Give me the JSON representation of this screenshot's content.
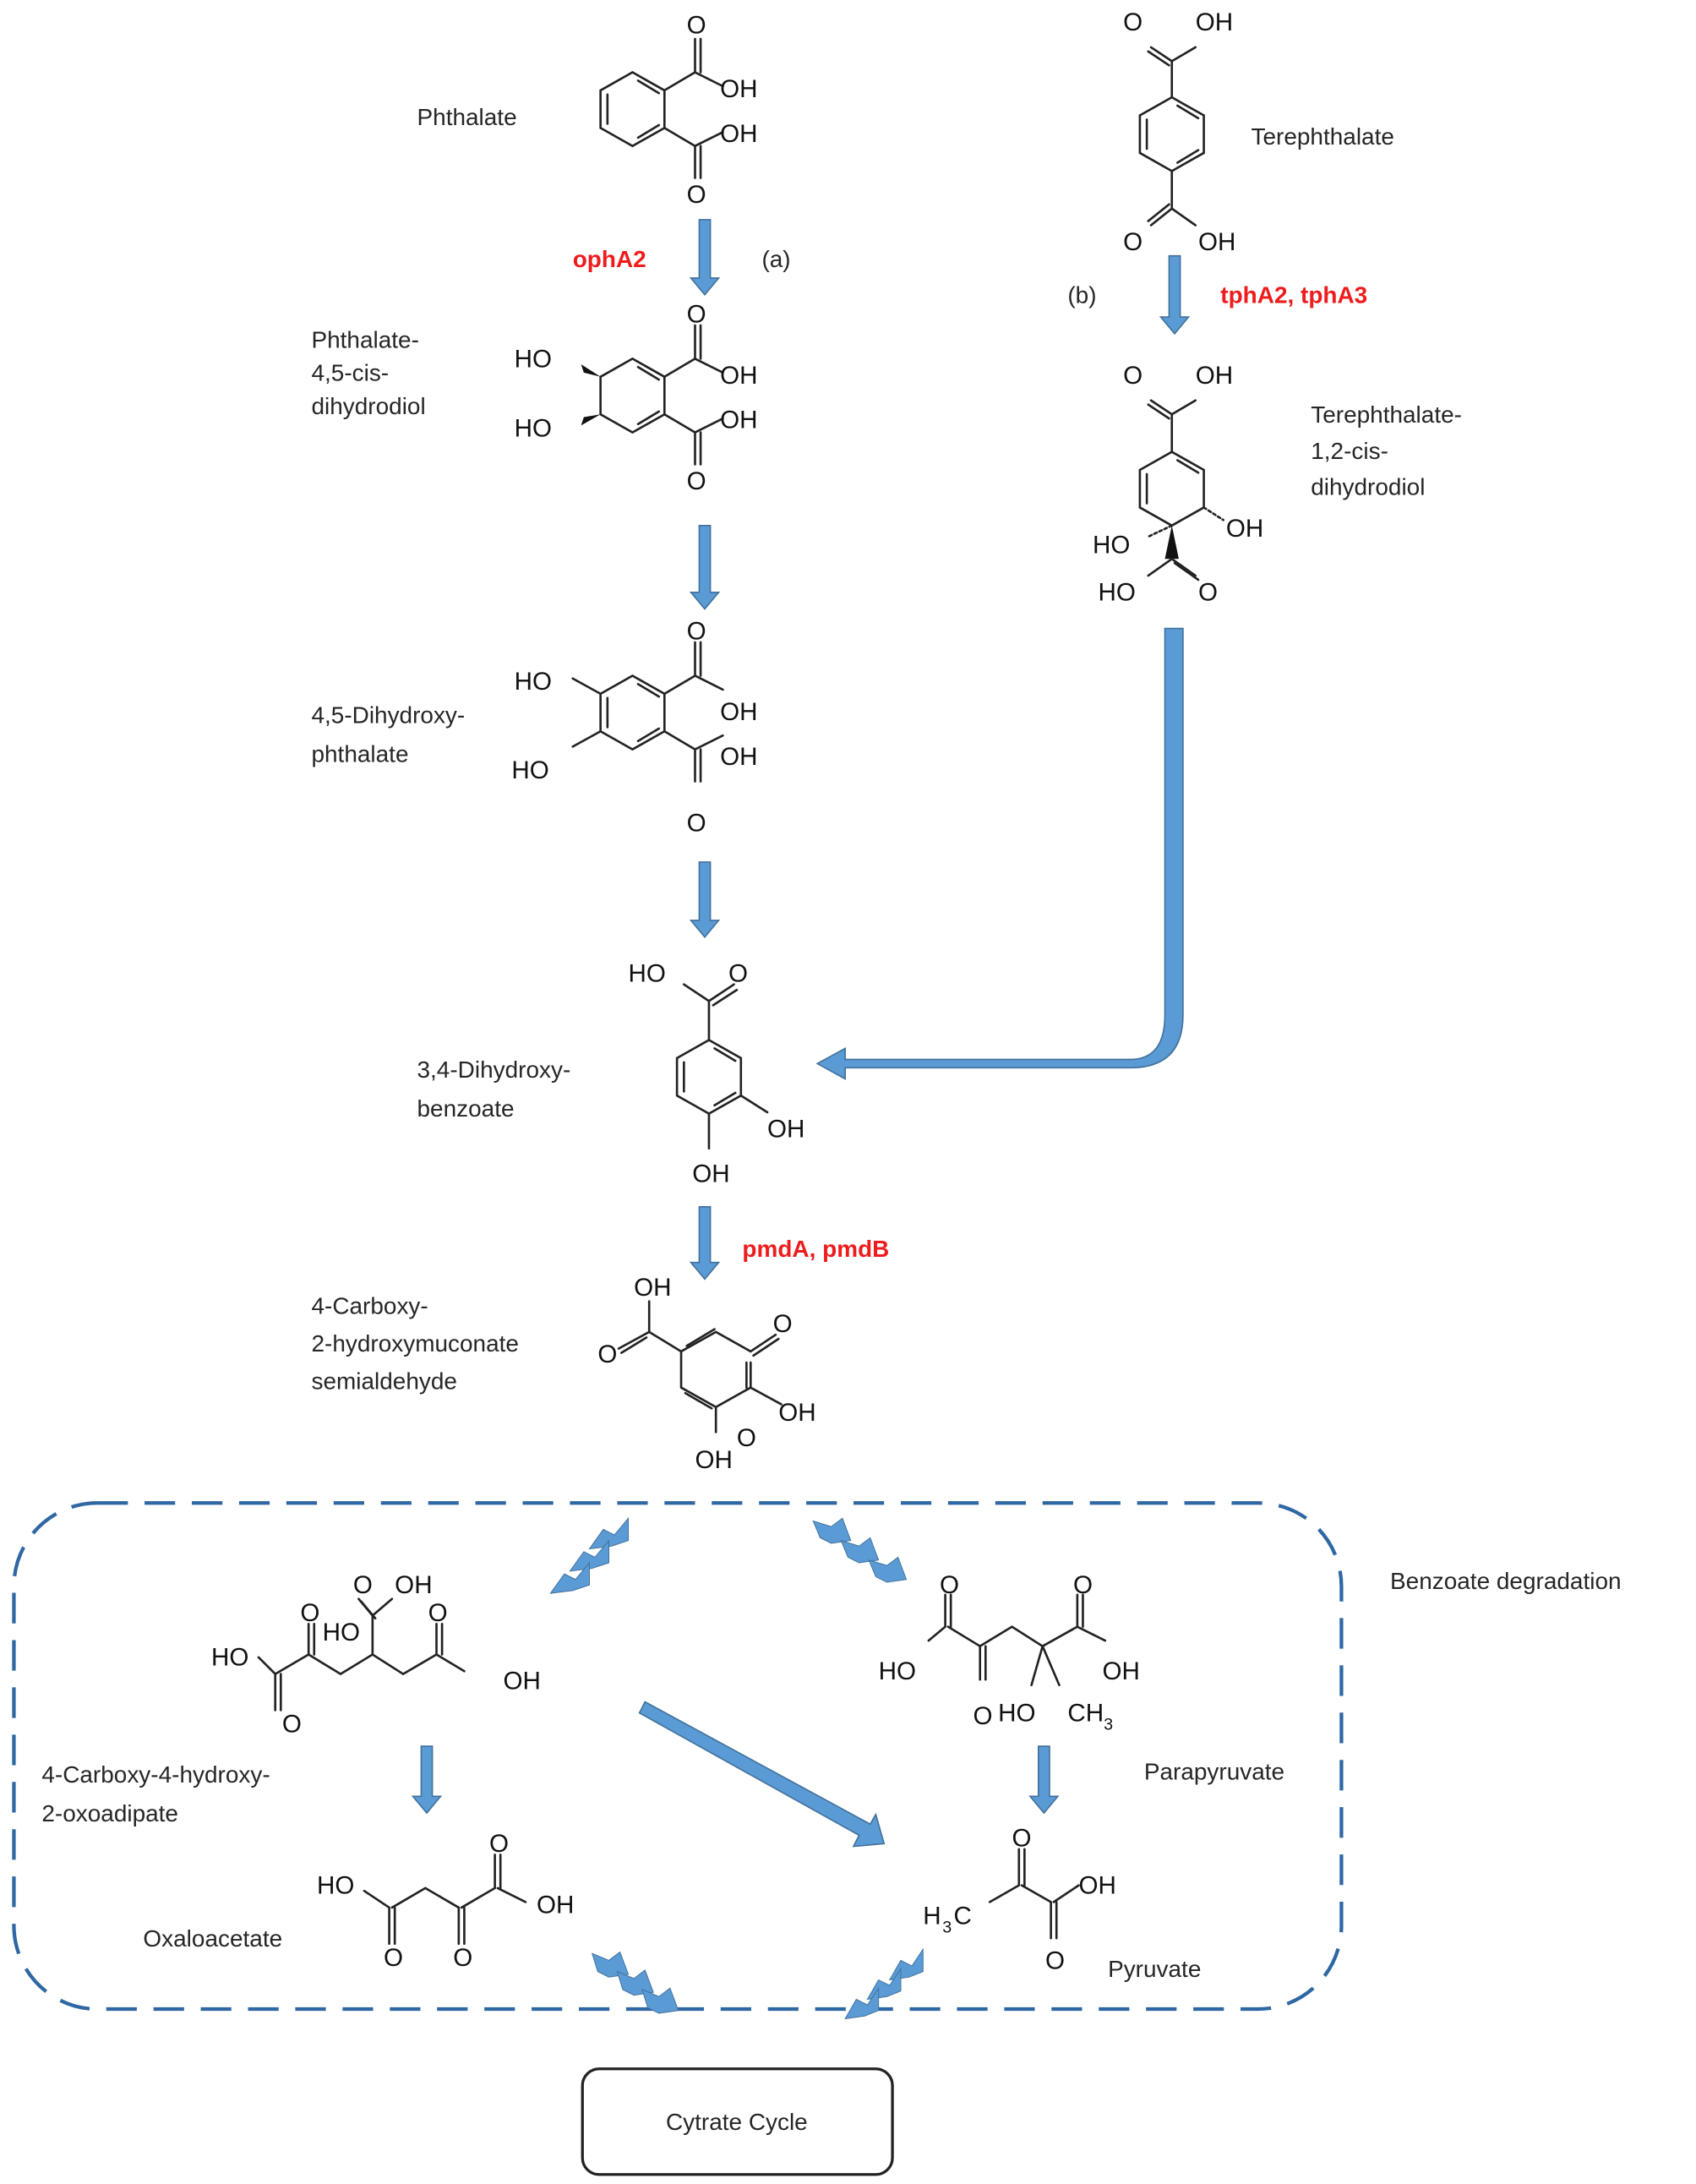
{
  "figure": {
    "compounds": {
      "phthalate": "Phthalate",
      "terephthalate": "Terephthalate",
      "phthalate_diol": [
        "Phthalate-",
        "4,5-cis-",
        "dihydrodiol"
      ],
      "terephthalate_diol": [
        "Terephthalate-",
        "1,2-cis-",
        "dihydrodiol"
      ],
      "dihydroxyphthalate": [
        "4,5-Dihydroxy-",
        "phthalate"
      ],
      "dihydroxybenzoate": [
        "3,4-Dihydroxy-",
        "benzoate"
      ],
      "carboxy_semialdehyde": [
        "4-Carboxy-",
        "2-hydroxymuconate",
        "semialdehyde"
      ],
      "carboxy_oxoadipate": [
        "4-Carboxy-4-hydroxy-",
        "2-oxoadipate"
      ],
      "parapyruvate": "Parapyruvate",
      "oxaloacetate": "Oxaloacetate",
      "pyruvate": "Pyruvate"
    },
    "enzymes": {
      "opha2": "ophA2",
      "tpha": "tphA2, tphA3",
      "pmd": "pmdA, pmdB"
    },
    "pathway_labels": {
      "a": "(a)",
      "b": "(b)"
    },
    "group_label": "Benzoate degradation",
    "end_box": "Cytrate Cycle",
    "atoms": {
      "O": "O",
      "OH": "OH",
      "HO": "HO",
      "CH": "CH",
      "three": "3",
      "H": "H",
      "C": "C"
    },
    "colors": {
      "arrow": "#5b9bd5",
      "enzyme": "#ee1c1c",
      "dashed_border": "#2f67a3"
    }
  }
}
